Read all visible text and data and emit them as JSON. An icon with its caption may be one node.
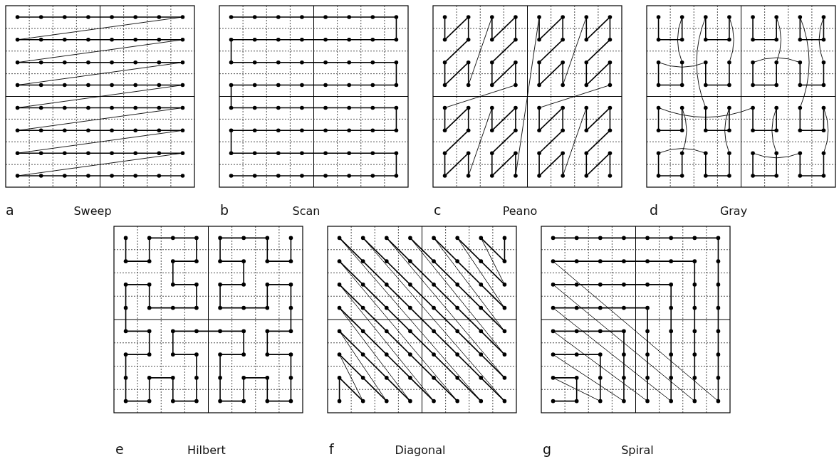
{
  "diagram": {
    "labels": [
      "a",
      "Sweep",
      "b",
      "Scan",
      "c",
      "Peano",
      "d",
      "Gray",
      "e",
      "Hilbert",
      "f",
      "Diagonal",
      "g",
      "Spiral"
    ]
  }
}
